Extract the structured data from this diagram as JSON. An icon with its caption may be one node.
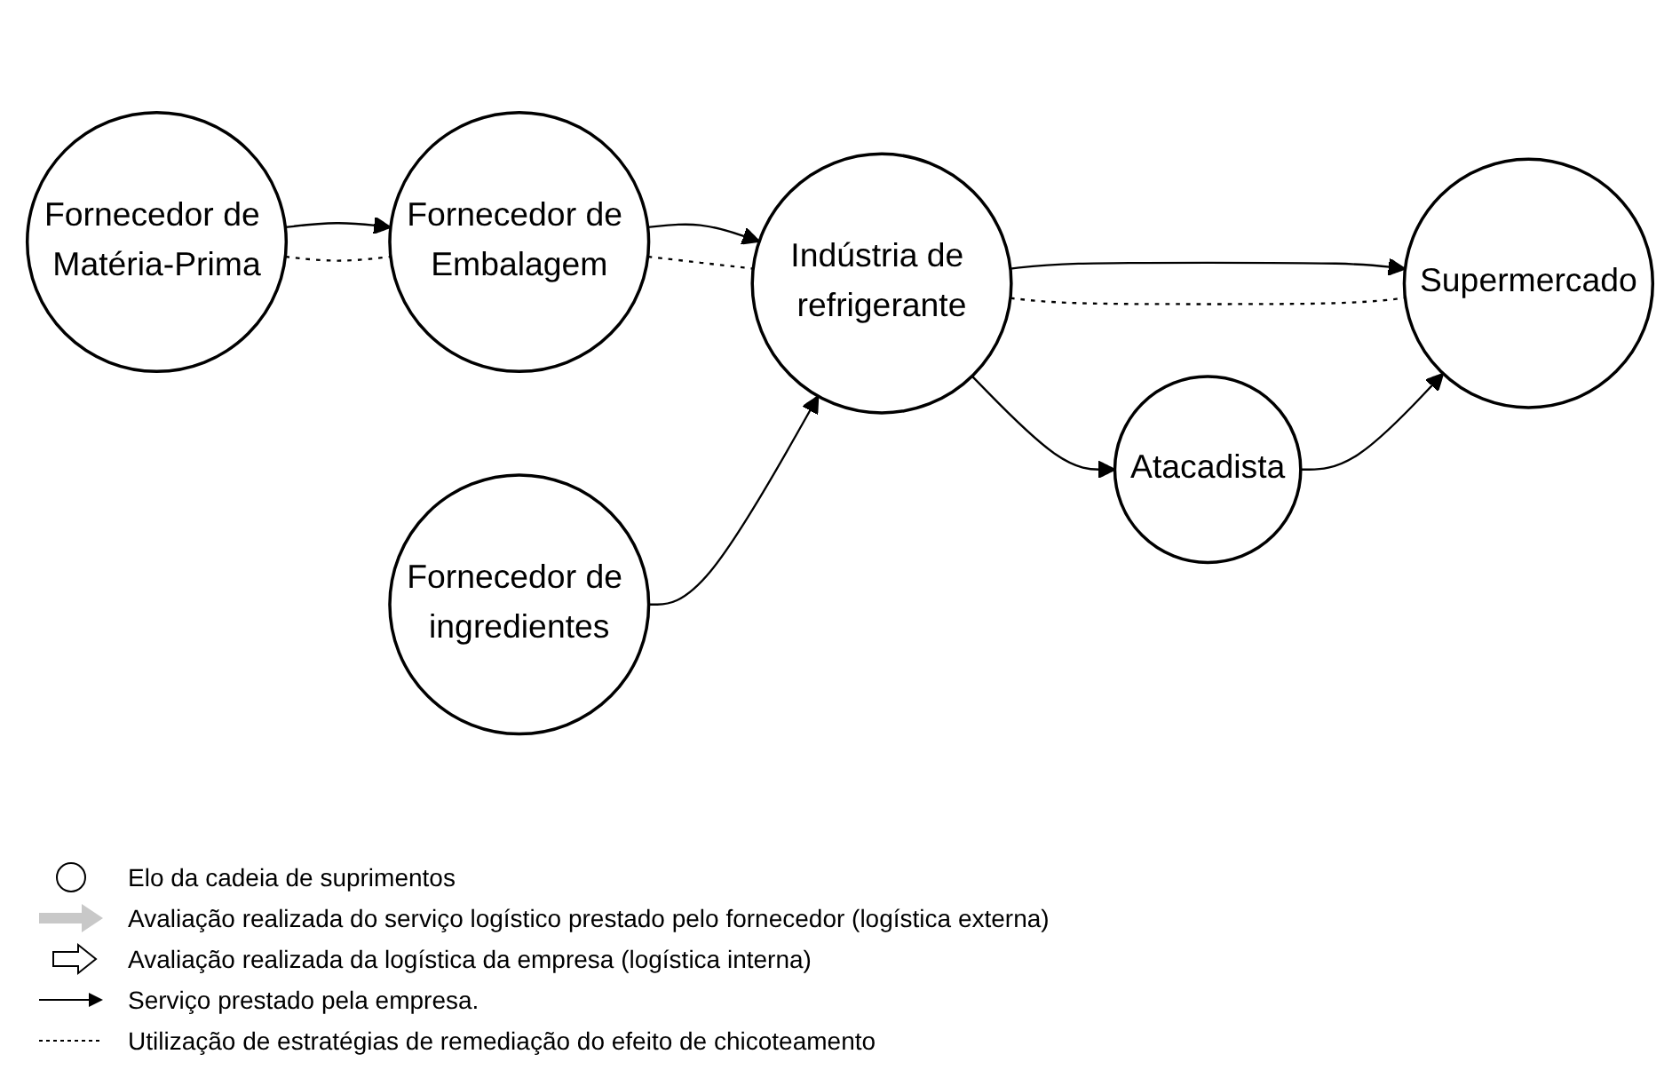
{
  "diagram": {
    "nodes": [
      {
        "text": [
          "Fornecedor de Matéria-Prima"
        ]
      },
      {
        "text": [
          "Fornecedor de Embalagem"
        ]
      },
      {
        "text": [
          "Indústria de refrigerante"
        ]
      },
      {
        "text": [
          "Supermercado"
        ]
      },
      {
        "text": [
          "Fornecedor de ingredientes"
        ]
      },
      {
        "text": [
          "Atacadista"
        ]
      }
    ],
    "edges": [
      {
        "from": 0,
        "to": 1,
        "arrow": "to"
      },
      {
        "from": 0,
        "to": 1,
        "arrow": "none",
        "style": "dashed"
      },
      {
        "from": 1,
        "to": 2,
        "arrow": "to"
      },
      {
        "from": 1,
        "to": 2,
        "arrow": "none",
        "style": "dashed"
      },
      {
        "from": 4,
        "to": 2,
        "arrow": "to"
      },
      {
        "from": 2,
        "to": 3,
        "arrow": "to"
      },
      {
        "from": 2,
        "to": 3,
        "arrow": "none",
        "style": "dashed"
      },
      {
        "from": 2,
        "to": 5,
        "arrow": "to"
      },
      {
        "from": 5,
        "to": 3,
        "arrow": "to"
      }
    ],
    "legend": [
      {
        "text": "Elo da cadeia de suprimentos"
      },
      {
        "text": "Avaliação realizada do serviço logístico prestado pelo fornecedor (logística externa)"
      },
      {
        "text": "Avaliação realizada da logística da empresa (logística interna)"
      },
      {
        "text": "Serviço prestado pela empresa."
      },
      {
        "text": "Utilização de estratégias de remediação do efeito de chicoteamento"
      }
    ]
  }
}
